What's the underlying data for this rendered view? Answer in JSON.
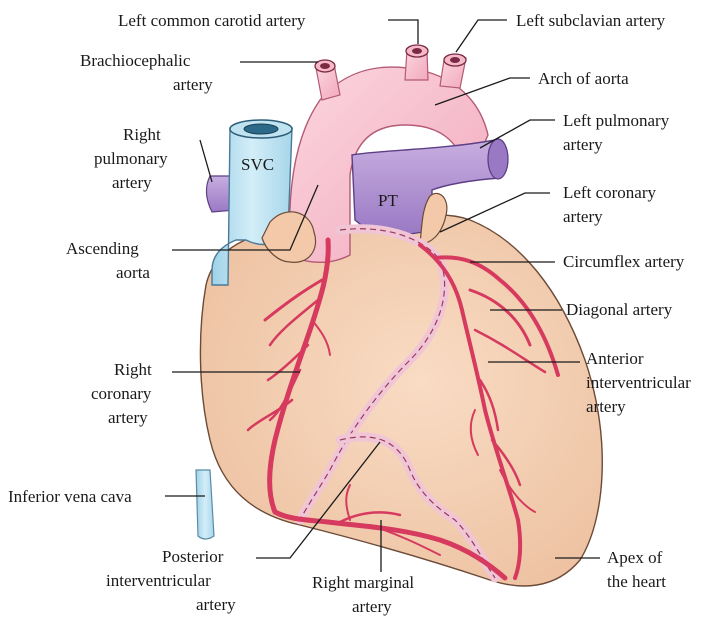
{
  "labels": {
    "left_common_carotid": "Left common carotid artery",
    "left_subclavian": "Left subclavian artery",
    "brachiocephalic": [
      "Brachiocephalic",
      "artery"
    ],
    "arch_of_aorta": "Arch of aorta",
    "right_pulmonary": [
      "Right",
      "pulmonary",
      "artery"
    ],
    "left_pulmonary": [
      "Left pulmonary",
      "artery"
    ],
    "left_coronary": [
      "Left coronary",
      "artery"
    ],
    "ascending_aorta": [
      "Ascending",
      "aorta"
    ],
    "circumflex": "Circumflex artery",
    "diagonal": "Diagonal artery",
    "right_coronary": [
      "Right",
      "coronary",
      "artery"
    ],
    "anterior_interventricular": [
      "Anterior",
      "interventricular",
      "artery"
    ],
    "inferior_vena_cava": "Inferior vena cava",
    "posterior_interventricular": [
      "Posterior",
      "interventricular",
      "artery"
    ],
    "right_marginal": [
      "Right marginal",
      "artery"
    ],
    "apex": [
      "Apex of",
      "the heart"
    ]
  },
  "inner_labels": {
    "svc": "SVC",
    "pt": "PT"
  },
  "colors": {
    "heart": "#f6d3b8",
    "aorta": "#f8c3d0",
    "svc": "#bfe3f1",
    "pulmonary": "#b99ad8",
    "artery": "#d63a5e",
    "posterior": "#f0c6d6"
  }
}
